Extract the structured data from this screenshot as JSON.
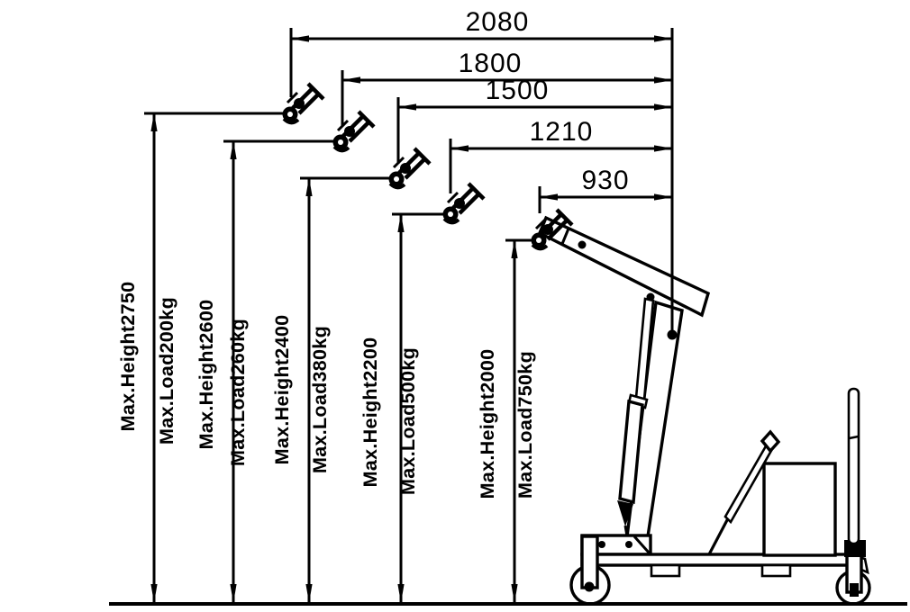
{
  "specs": [
    {
      "reach_mm": "2080",
      "max_height": "Max.Height2750",
      "max_load": "Max.Load200kg"
    },
    {
      "reach_mm": "1800",
      "max_height": "Max.Height2600",
      "max_load": "Max.Load260kg"
    },
    {
      "reach_mm": "1500",
      "max_height": "Max.Height2400",
      "max_load": "Max.Load380kg"
    },
    {
      "reach_mm": "1210",
      "max_height": "Max.Height2200",
      "max_load": "Max.Load500kg"
    },
    {
      "reach_mm": "930",
      "max_height": "Max.Height2000",
      "max_load": "Max.Load750kg"
    }
  ],
  "colors": {
    "line": "#000000",
    "background": "#ffffff"
  }
}
